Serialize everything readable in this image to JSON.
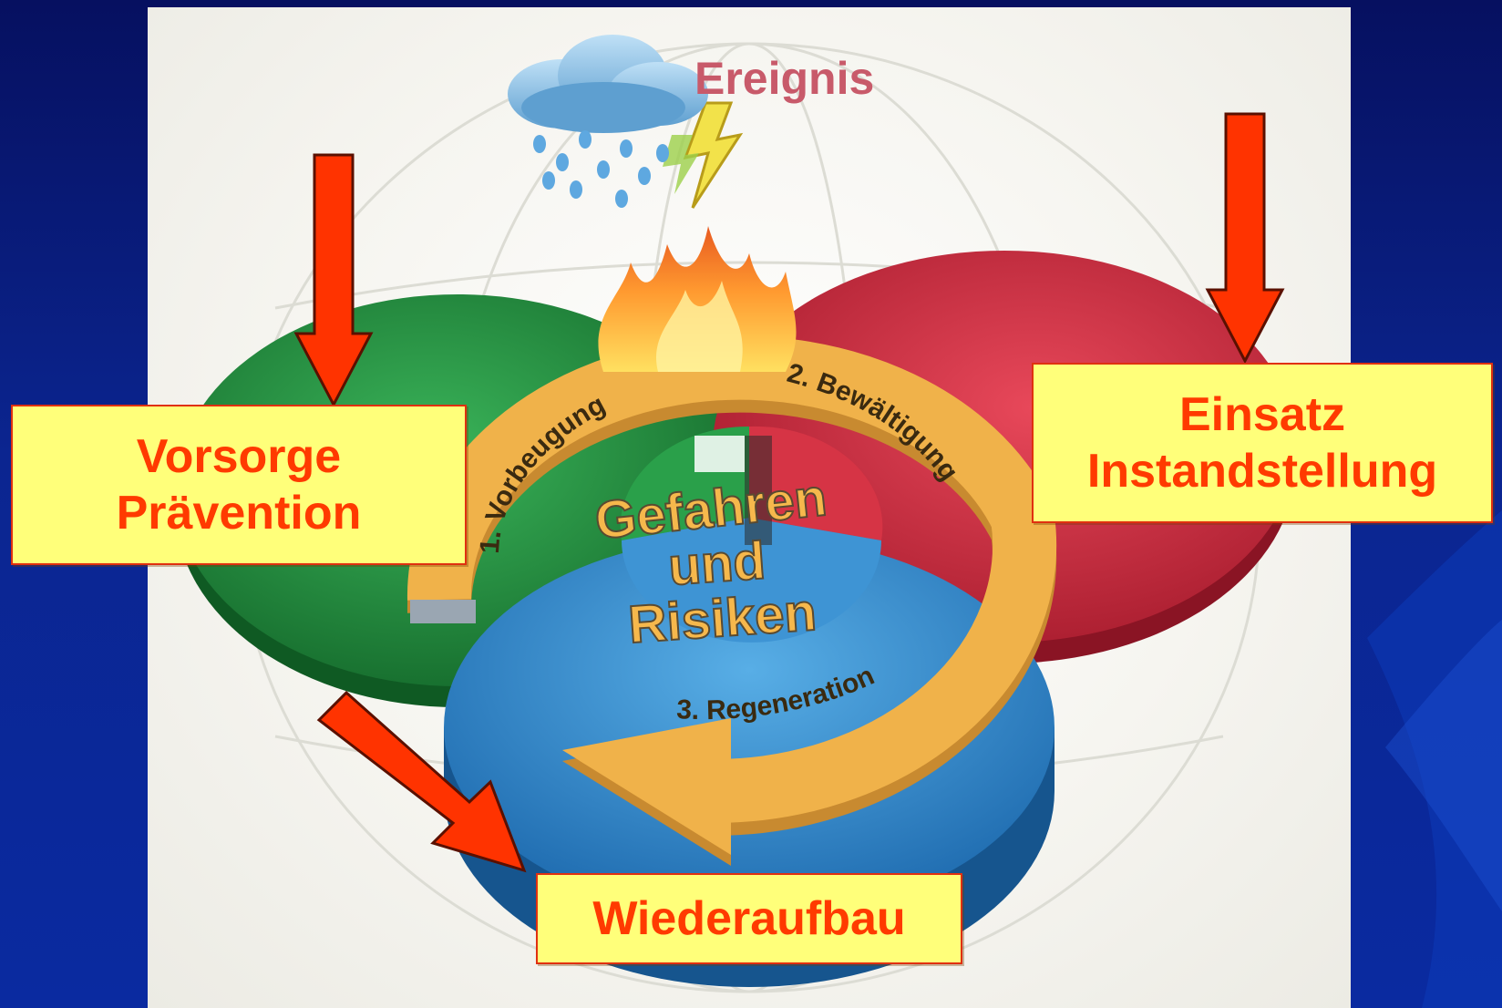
{
  "diagram": {
    "event_label": "Ereignis",
    "center_label": [
      "Gefahren",
      "und",
      "Risiken"
    ],
    "cycle_steps": [
      {
        "label": "1. Vorbeugung"
      },
      {
        "label": "2. Bewältigung"
      },
      {
        "label": "3. Regeneration"
      }
    ],
    "disc_colors": {
      "prevention": "#1e8a3c",
      "response": "#c8283c",
      "regeneration": "#2f86c8"
    },
    "arrow_color": "#f0b24a",
    "icons": [
      "rain-cloud-icon",
      "lightning-icon",
      "fire-icon"
    ]
  },
  "callouts": {
    "vorsorge": [
      "Vorsorge",
      "Prävention"
    ],
    "einsatz": [
      "Einsatz",
      "Instandstellung"
    ],
    "wiederaufbau": "Wiederaufbau"
  },
  "annotation_arrow_color": "#ff3300",
  "callout_fill": "#ffff7a",
  "callout_text_color": "#ff3a00"
}
